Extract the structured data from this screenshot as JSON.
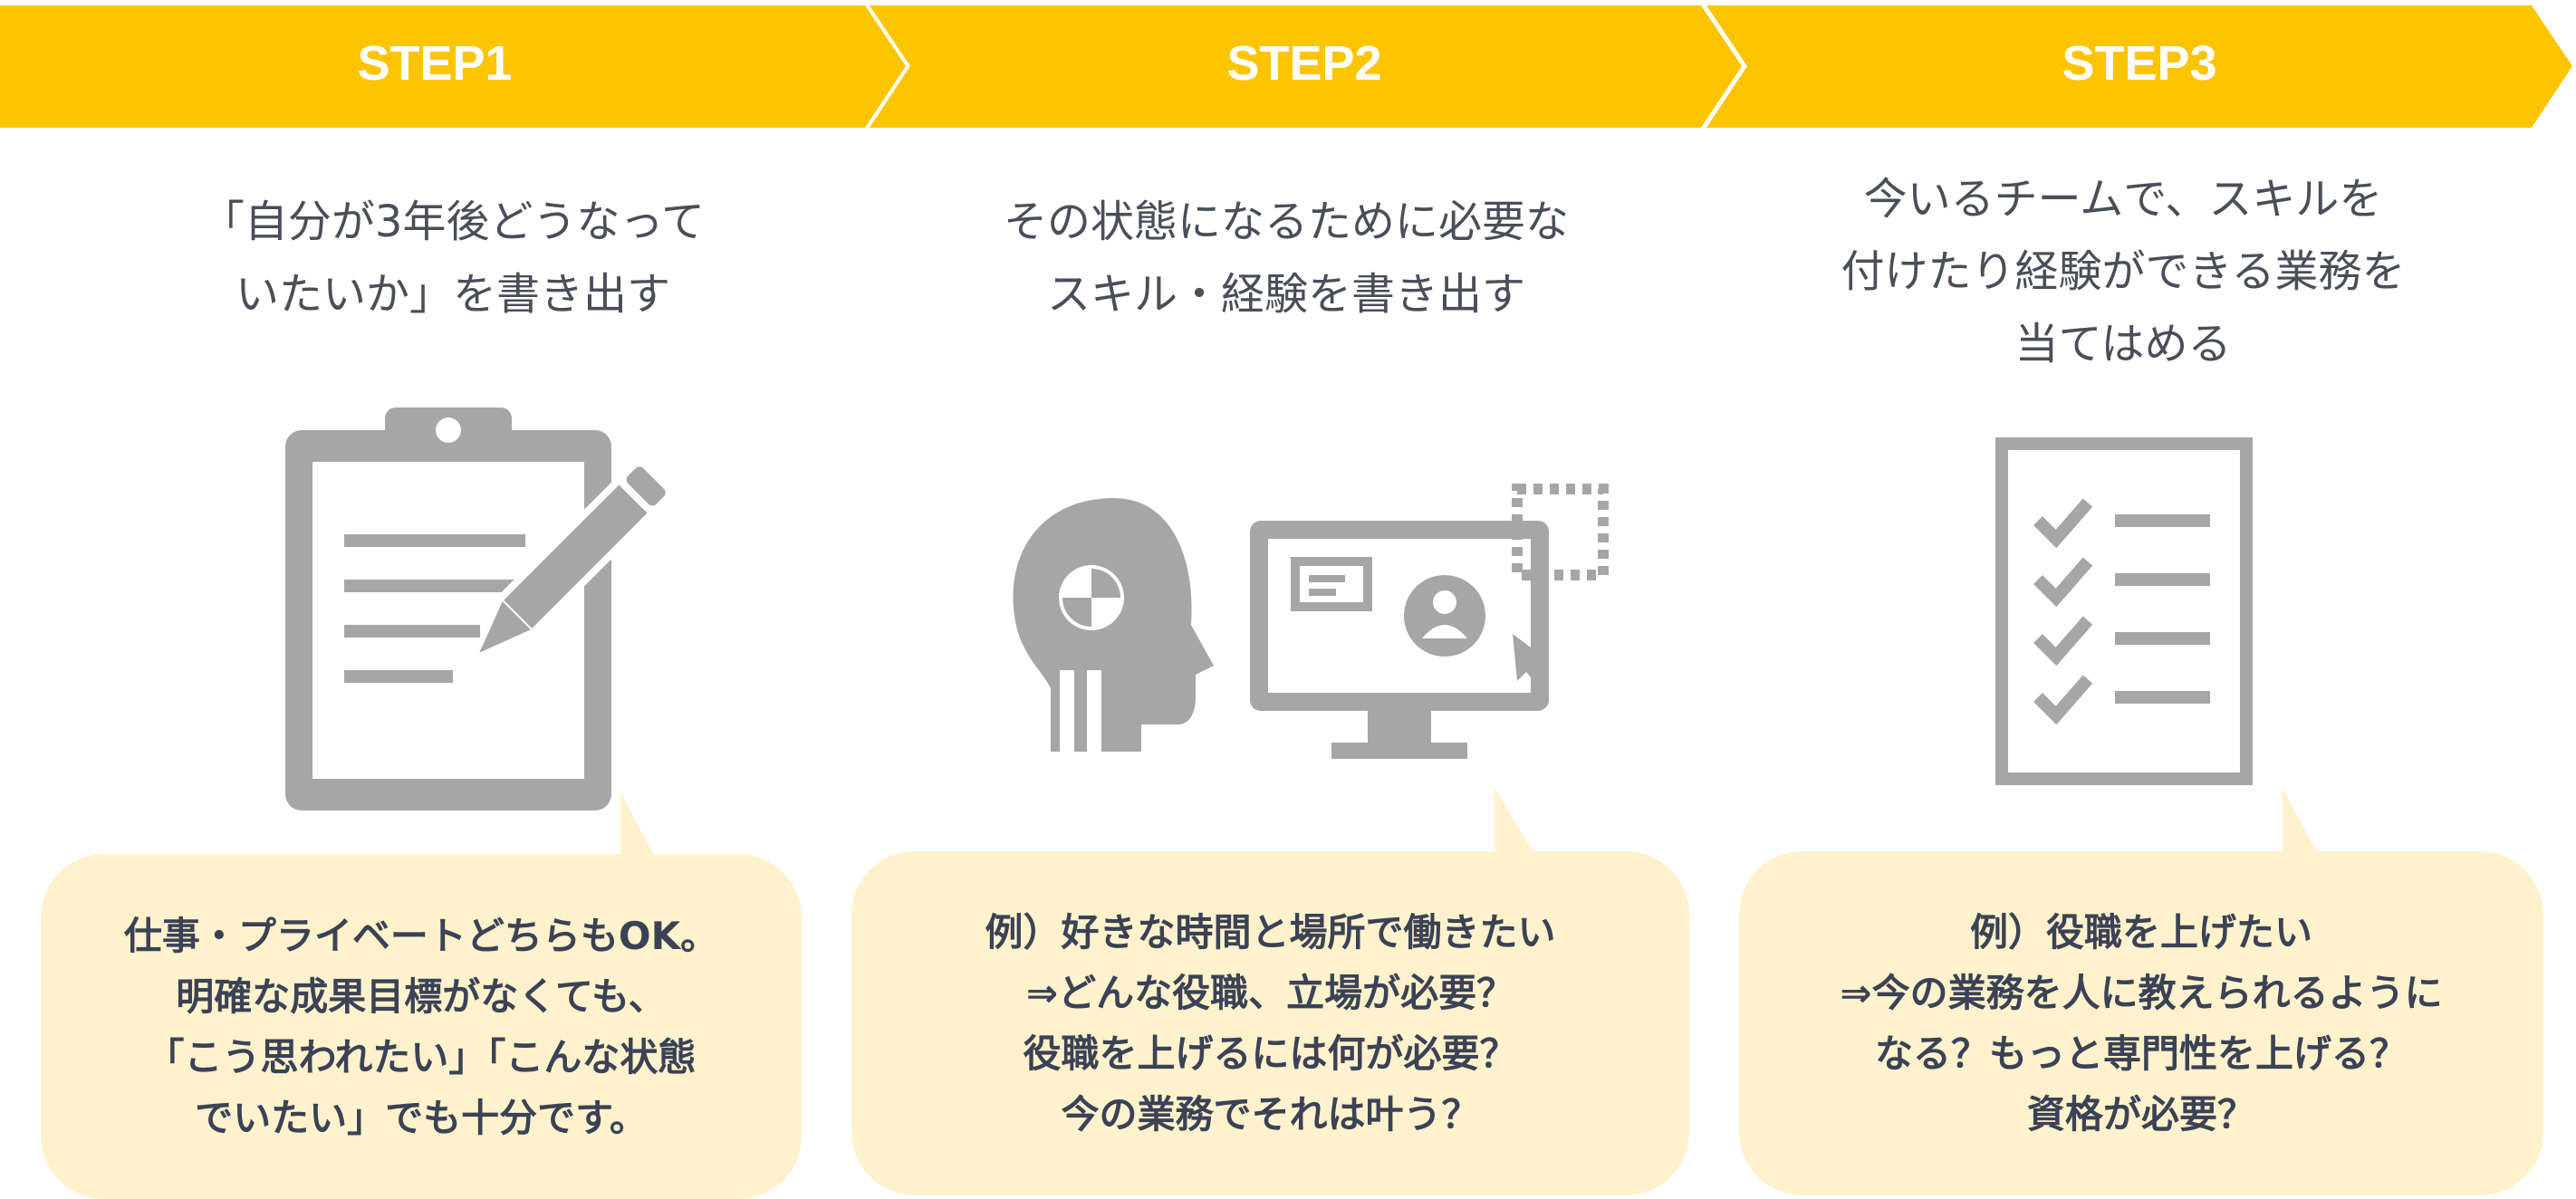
{
  "colors": {
    "banner": "#fdc500",
    "icon": "#a6a6a6",
    "bubble": "#fff2cc",
    "text": "#3b4256"
  },
  "steps": [
    {
      "label": "STEP1",
      "heading": "「自分が3年後どうなって\nいたいか」を書き出す",
      "icon": "clipboard-pencil-icon",
      "note": "仕事・プライベートどちらもOK。\n明確な成果目標がなくても、\n「こう思われたい」「こんな状態\nでいたい」でも十分です。"
    },
    {
      "label": "STEP2",
      "heading": "その状態になるために必要な\nスキル・経験を書き出す",
      "icon": "head-monitor-icon",
      "note": "例）好きな時間と場所で働きたい\n⇒どんな役職、立場が必要？\n役職を上げるには何が必要？\n今の業務でそれは叶う？"
    },
    {
      "label": "STEP3",
      "heading": "今いるチームで、スキルを\n付けたり経験ができる業務を\n当てはめる",
      "icon": "checklist-icon",
      "note": "例）役職を上げたい\n⇒今の業務を人に教えられるように\nなる？もっと専門性を上げる？\n資格が必要？"
    }
  ]
}
